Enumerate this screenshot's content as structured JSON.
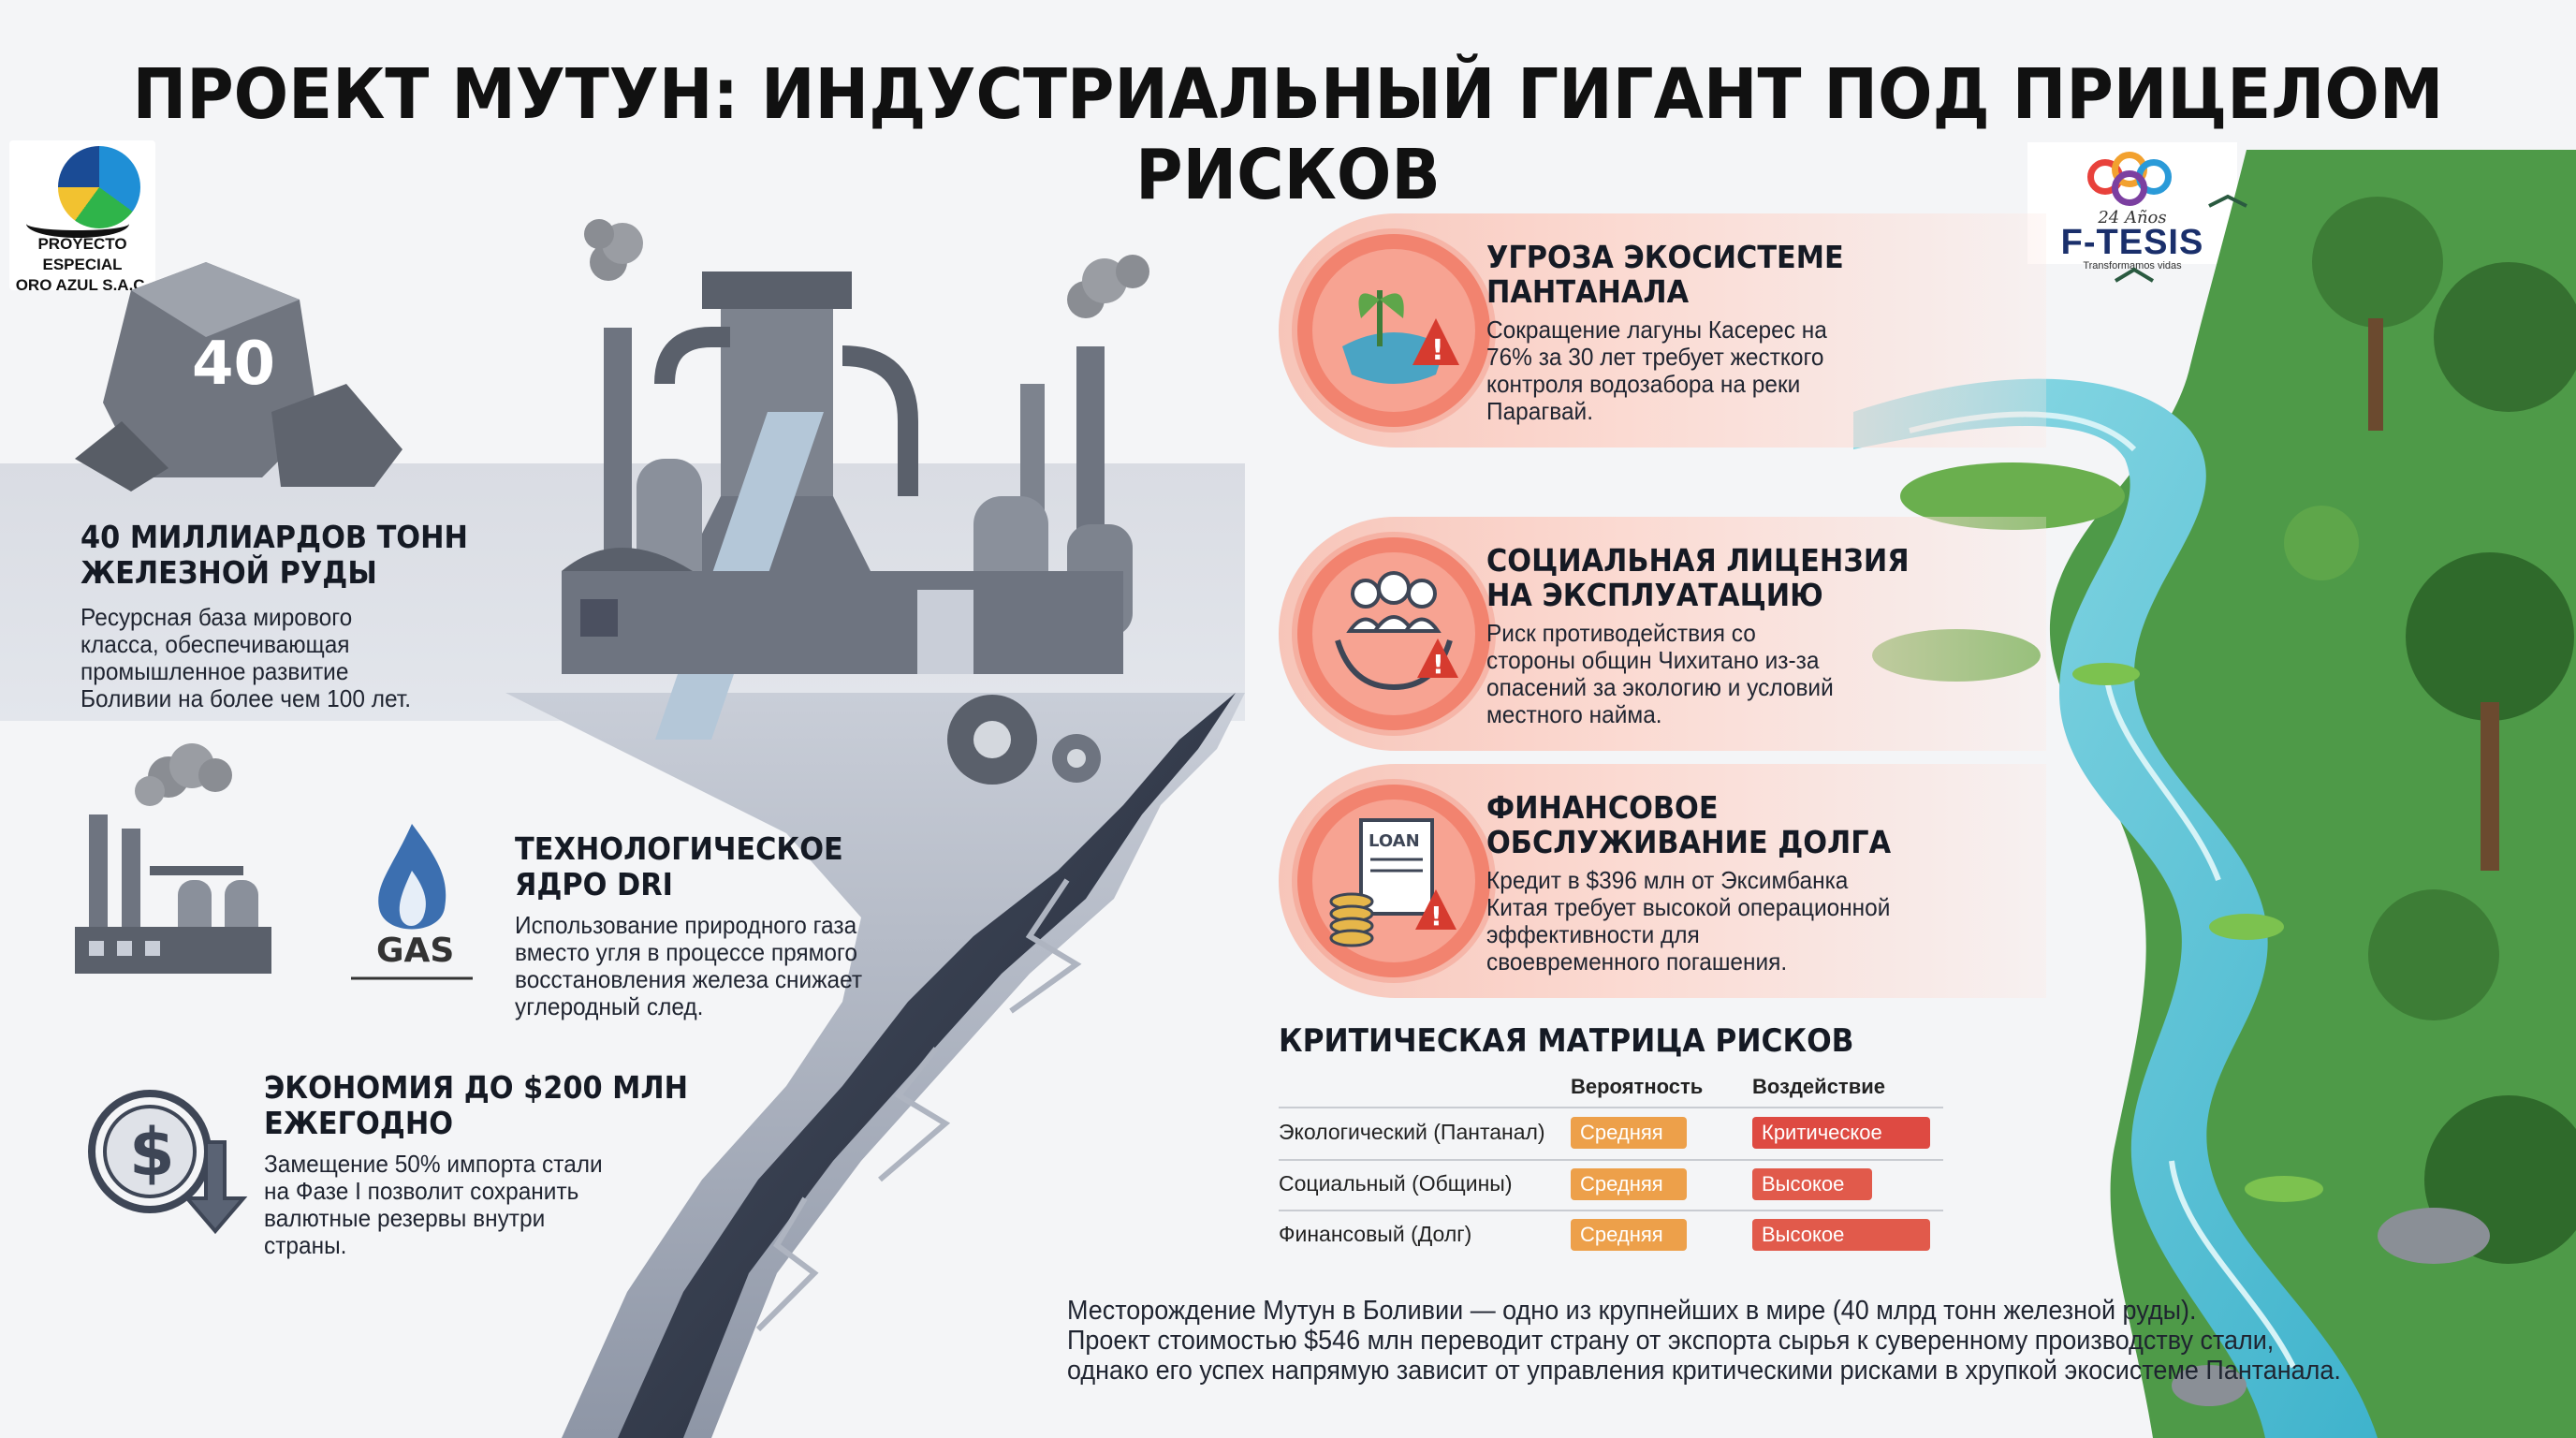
{
  "title": "ПРОЕКТ МУТУН: ИНДУСТРИАЛЬНЫЙ ГИГАНТ ПОД ПРИЦЕЛОМ РИСКОВ",
  "logos": {
    "left_line1": "PROYECTO ESPECIAL",
    "left_line2": "ORO AZUL S.A.C.",
    "right_years": "24 Años",
    "right_brand": "F-TESIS",
    "right_tagline": "Transformamos vidas"
  },
  "ore": {
    "badge": "40",
    "title_line1": "40 МИЛЛИАРДОВ ТОНН",
    "title_line2": "ЖЕЛЕЗНОЙ РУДЫ",
    "body": [
      "Ресурсная база мирового",
      "класса, обеспечивающая",
      "промышленное развитие",
      "Боливии на более чем 100 лет."
    ]
  },
  "dri": {
    "gas_label": "GAS",
    "title_line1": "ТЕХНОЛОГИЧЕСКОЕ",
    "title_line2": "ЯДРО DRI",
    "body": [
      "Использование природного газа",
      "вместо угля в процессе прямого",
      "восстановления железа снижает",
      "углеродный след."
    ]
  },
  "savings": {
    "title_line1": "ЭКОНОМИЯ ДО $200 МЛН",
    "title_line2": "ЕЖЕГОДНО",
    "body": [
      "Замещение 50% импорта стали",
      "на Фазе I позволит сохранить",
      "валютные резервы внутри",
      "страны."
    ]
  },
  "risks": [
    {
      "title_line1": "УГРОЗА ЭКОСИСТЕМЕ",
      "title_line2": "ПАНТАНАЛА",
      "body": [
        "Сокращение лагуны Касерес на",
        "76% за 30 лет требует жесткого",
        "контроля водозабора на реки",
        "Парагвай."
      ],
      "icon": "wetland-warning-icon"
    },
    {
      "title_line1": "СОЦИАЛЬНАЯ ЛИЦЕНЗИЯ",
      "title_line2": "НА ЭКСПЛУАТАЦИЮ",
      "body": [
        "Риск противодействия со",
        "стороны общин Чихитано из-за",
        "опасений за экологию и условий",
        "местного найма."
      ],
      "icon": "community-warning-icon"
    },
    {
      "title_line1": "ФИНАНСОВОЕ",
      "title_line2": "ОБСЛУЖИВАНИЕ ДОЛГА",
      "body": [
        "Кредит в $396 млн от Эксимбанка",
        "Китая требует высокой операционной",
        "эффективности для",
        "своевременного погашения."
      ],
      "icon": "loan-warning-icon",
      "loan_label": "LOAN"
    }
  ],
  "matrix": {
    "title": "КРИТИЧЕСКАЯ МАТРИЦА РИСКОВ",
    "col_probability": "Вероятность",
    "col_impact": "Воздействие",
    "rows": [
      {
        "label": "Экологический (Пантанал)",
        "probability": "Средняя",
        "impact": "Критическое",
        "impact_level": "crit"
      },
      {
        "label": "Социальный (Общины)",
        "probability": "Средняя",
        "impact": "Высокое",
        "impact_level": "high"
      },
      {
        "label": "Финансовый (Долг)",
        "probability": "Средняя",
        "impact": "Высокое",
        "impact_level": "high"
      }
    ],
    "colors": {
      "medium": "#eda04a",
      "high": "#e15a4b",
      "critical": "#de4a42"
    }
  },
  "summary": [
    "Месторождение Мутун в Боливии — одно из крупнейших в мире (40 млрд тонн железной руды).",
    "Проект стоимостью $546 млн переводит страну от экспорта сырья к суверенному производству стали,",
    "однако его успех напрямую зависит от управления критическими рисками в хрупкой экосистеме Пантанала."
  ],
  "colors": {
    "background": "#f4f5f7",
    "card_accent": "#f2836f",
    "river": "#5cc6d8",
    "forest": "#3f8f3e",
    "steel": "#6e7480"
  }
}
